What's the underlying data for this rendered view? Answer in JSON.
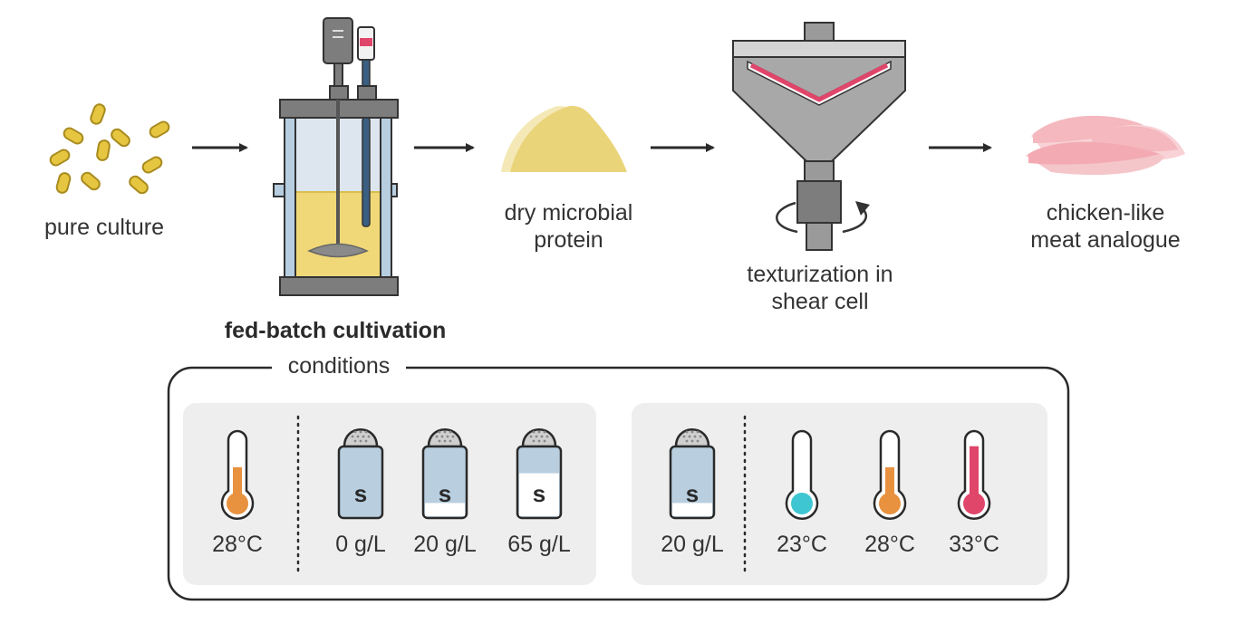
{
  "steps": {
    "pure_culture": "pure culture",
    "fed_batch": "fed-batch cultivation",
    "dry_protein_line1": "dry microbial",
    "dry_protein_line2": "protein",
    "texturization_line1": "texturization in",
    "texturization_line2": "shear cell",
    "meat_line1": "chicken-like",
    "meat_line2": "meat analogue"
  },
  "conditions": {
    "title": "conditions",
    "group1": {
      "temperature": "28°C",
      "salt": [
        {
          "label": "0 g/L",
          "level": 0.0
        },
        {
          "label": "20 g/L",
          "level": 0.2
        },
        {
          "label": "65 g/L",
          "level": 0.65
        }
      ]
    },
    "group2": {
      "salt": {
        "label": "20 g/L",
        "level": 0.2
      },
      "temperatures": [
        {
          "label": "23°C",
          "color": "#3ec6d2"
        },
        {
          "label": "28°C",
          "color": "#e8913f"
        },
        {
          "label": "33°C",
          "color": "#e0456a"
        }
      ]
    },
    "salt_symbol": "S"
  },
  "colors": {
    "microbe": "#e6c640",
    "broth": "#f0d878",
    "protein_powder": "#ead47a",
    "steel": "#8a8a8a",
    "meat": "#f4b8be",
    "accent_red": "#e0456a",
    "panel": "#eeeeee"
  }
}
